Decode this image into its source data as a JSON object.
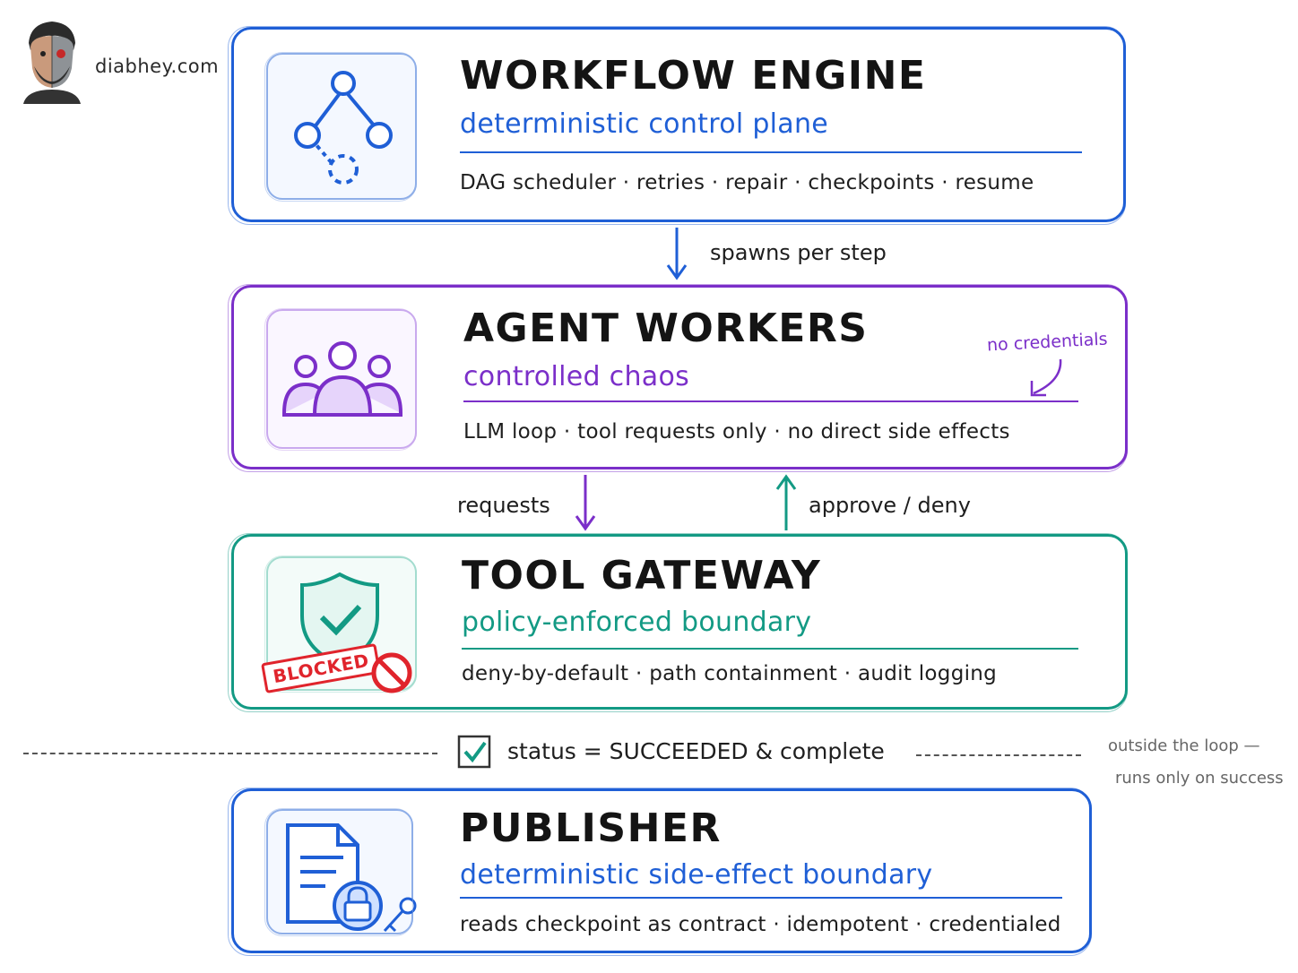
{
  "brand": {
    "site": "diabhey.com"
  },
  "colors": {
    "workflow": "#1f5fd6",
    "agents": "#7b2fc9",
    "gateway": "#139a84",
    "publisher": "#1f5fd6",
    "blocked": "#e0242c"
  },
  "workflow_engine": {
    "title": "WORKFLOW ENGINE",
    "subtitle": "deterministic control plane",
    "features": "DAG scheduler · retries · repair · checkpoints · resume",
    "icon": "dag-nodes-icon"
  },
  "connector_1": {
    "label": "spawns per step"
  },
  "agent_workers": {
    "title": "AGENT WORKERS",
    "subtitle": "controlled chaos",
    "features": "LLM loop · tool requests only · no direct side effects",
    "note": "no credentials",
    "icon": "users-group-icon"
  },
  "connector_2": {
    "down_label": "requests",
    "up_label": "approve / deny"
  },
  "tool_gateway": {
    "title": "TOOL GATEWAY",
    "subtitle": "policy-enforced boundary",
    "features": "deny-by-default · path containment · audit logging",
    "stamp": "BLOCKED",
    "icon": "shield-check-icon"
  },
  "status_line": {
    "text": "status = SUCCEEDED & complete",
    "note_line1": "outside the loop —",
    "note_line2": "runs only on success"
  },
  "publisher": {
    "title": "PUBLISHER",
    "subtitle": "deterministic side-effect boundary",
    "features": "reads checkpoint as contract · idempotent · credentialed",
    "icon": "locked-document-icon"
  }
}
